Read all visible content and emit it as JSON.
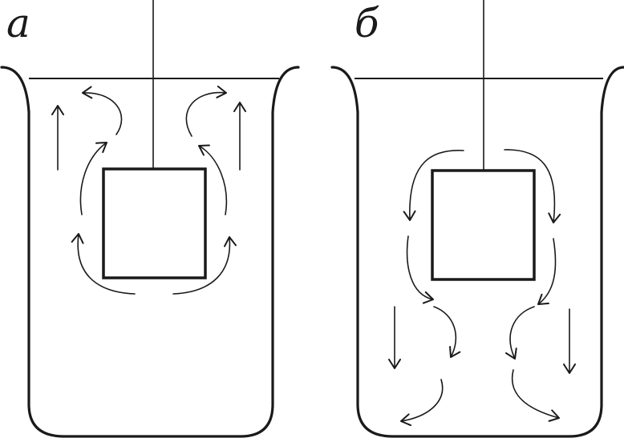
{
  "panels": [
    {
      "label": "а",
      "flow": "upward"
    },
    {
      "label": "б",
      "flow": "downward"
    }
  ]
}
